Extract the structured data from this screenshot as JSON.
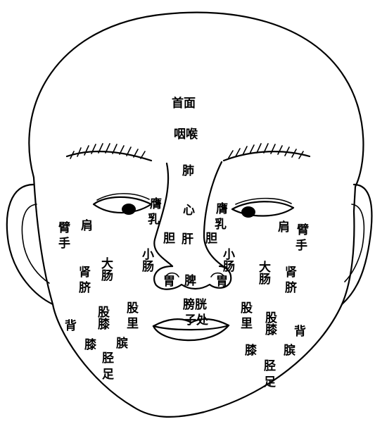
{
  "diagram": {
    "labels": {
      "shoumian": "首面",
      "yanhou": "咽喉",
      "fei": "肺",
      "xin": "心",
      "gan": "肝",
      "pi": "脾",
      "pangguang": "膀胱",
      "zichu": "子处",
      "jian_l": "肩",
      "jian_r": "肩",
      "bi_l": "臂",
      "bi_r": "臂",
      "shou_l": "手",
      "shou_r": "手",
      "ying_l": "膺",
      "ru_l": "乳",
      "ying_r": "膺",
      "ru_r": "乳",
      "dan_l": "胆",
      "dan_r": "胆",
      "xiaochang_l": "小肠",
      "xiaochang_r": "小肠",
      "dachang_l": "大肠",
      "dachang_r": "大肠",
      "shen_l": "肾",
      "shen_r": "肾",
      "qi_l": "脐",
      "qi_r": "脐",
      "wei_l": "胃",
      "wei_r": "胃",
      "gu_l": "股",
      "gu_r": "股",
      "li_l": "里",
      "li_r": "里",
      "guxi_l": "股膝",
      "guxi_r": "股膝",
      "bei_l": "背",
      "bei_r": "背",
      "xi_l": "膝",
      "xi_r": "膝",
      "bin_l": "膑",
      "bin_r": "膑",
      "jing_l": "胫",
      "jing_r": "胫",
      "zu_l": "足",
      "zu_r": "足"
    }
  }
}
